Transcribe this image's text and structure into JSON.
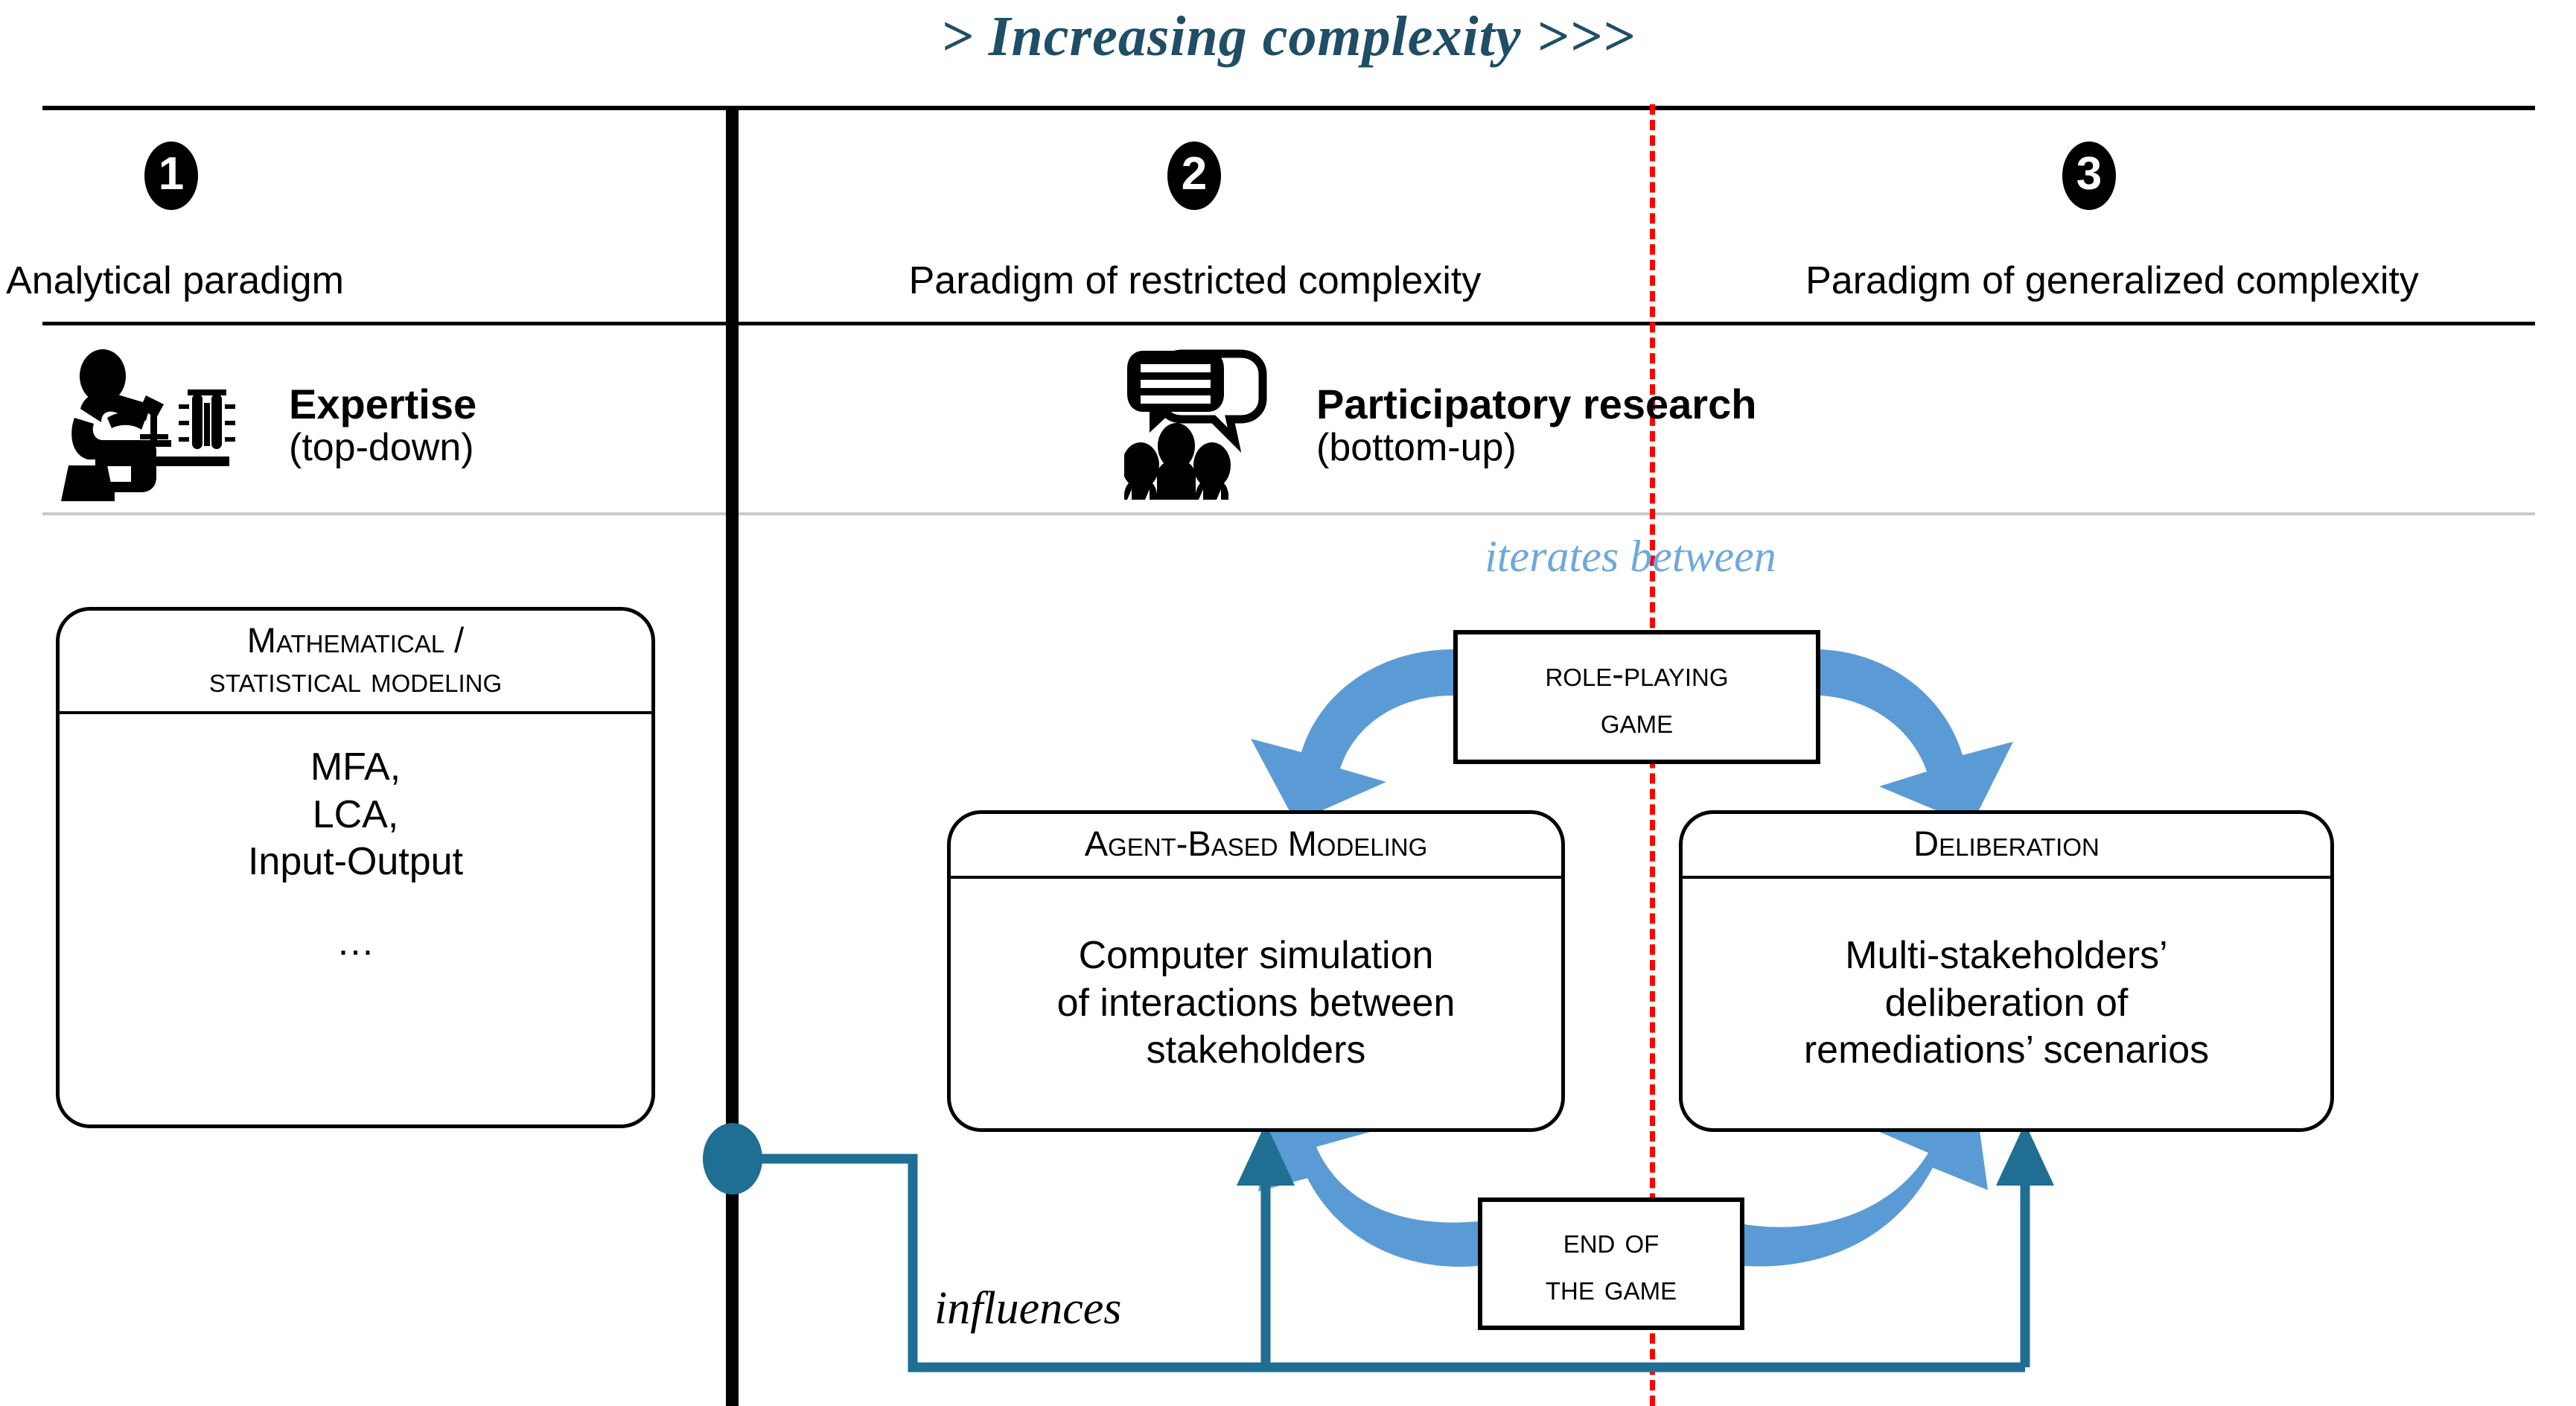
{
  "title": "> Increasing complexity >>>",
  "colors": {
    "title_teal": "#1F4E66",
    "connector_teal": "#1F6E93",
    "arrow_blue": "#5B9BD5",
    "label_blue": "#6FA8DC",
    "divider_black": "#000000",
    "divider_red": "#FF0000",
    "light_rule": "#C9C9C9"
  },
  "columns": [
    {
      "number": "1",
      "label": "Analytical paradigm"
    },
    {
      "number": "2",
      "label": "Paradigm of restricted complexity"
    },
    {
      "number": "3",
      "label": "Paradigm of generalized complexity"
    }
  ],
  "approaches": [
    {
      "icon": "scientist-at-bench-icon",
      "title": "Expertise",
      "subtitle": "(top-down)"
    },
    {
      "icon": "speech-bubble-group-icon",
      "title": "Participatory research",
      "subtitle": "(bottom-up)"
    }
  ],
  "boxes": {
    "math": {
      "header": "Mathematical /\nstatistical modeling",
      "body": "MFA,\nLCA,\nInput-Output",
      "ellipsis": "…"
    },
    "role_playing_game": {
      "text": "Role-playing\ngame"
    },
    "abm": {
      "header": "Agent-Based Modeling",
      "body": "Computer simulation\nof interactions between\nstakeholders"
    },
    "deliberation": {
      "header": "Deliberation",
      "body": "Multi-stakeholders’\ndeliberation of\nremediations’ scenarios"
    },
    "end_of_game": {
      "text": "End of\nthe game"
    }
  },
  "labels": {
    "iterates_between": "iterates between",
    "influences": "influences"
  }
}
